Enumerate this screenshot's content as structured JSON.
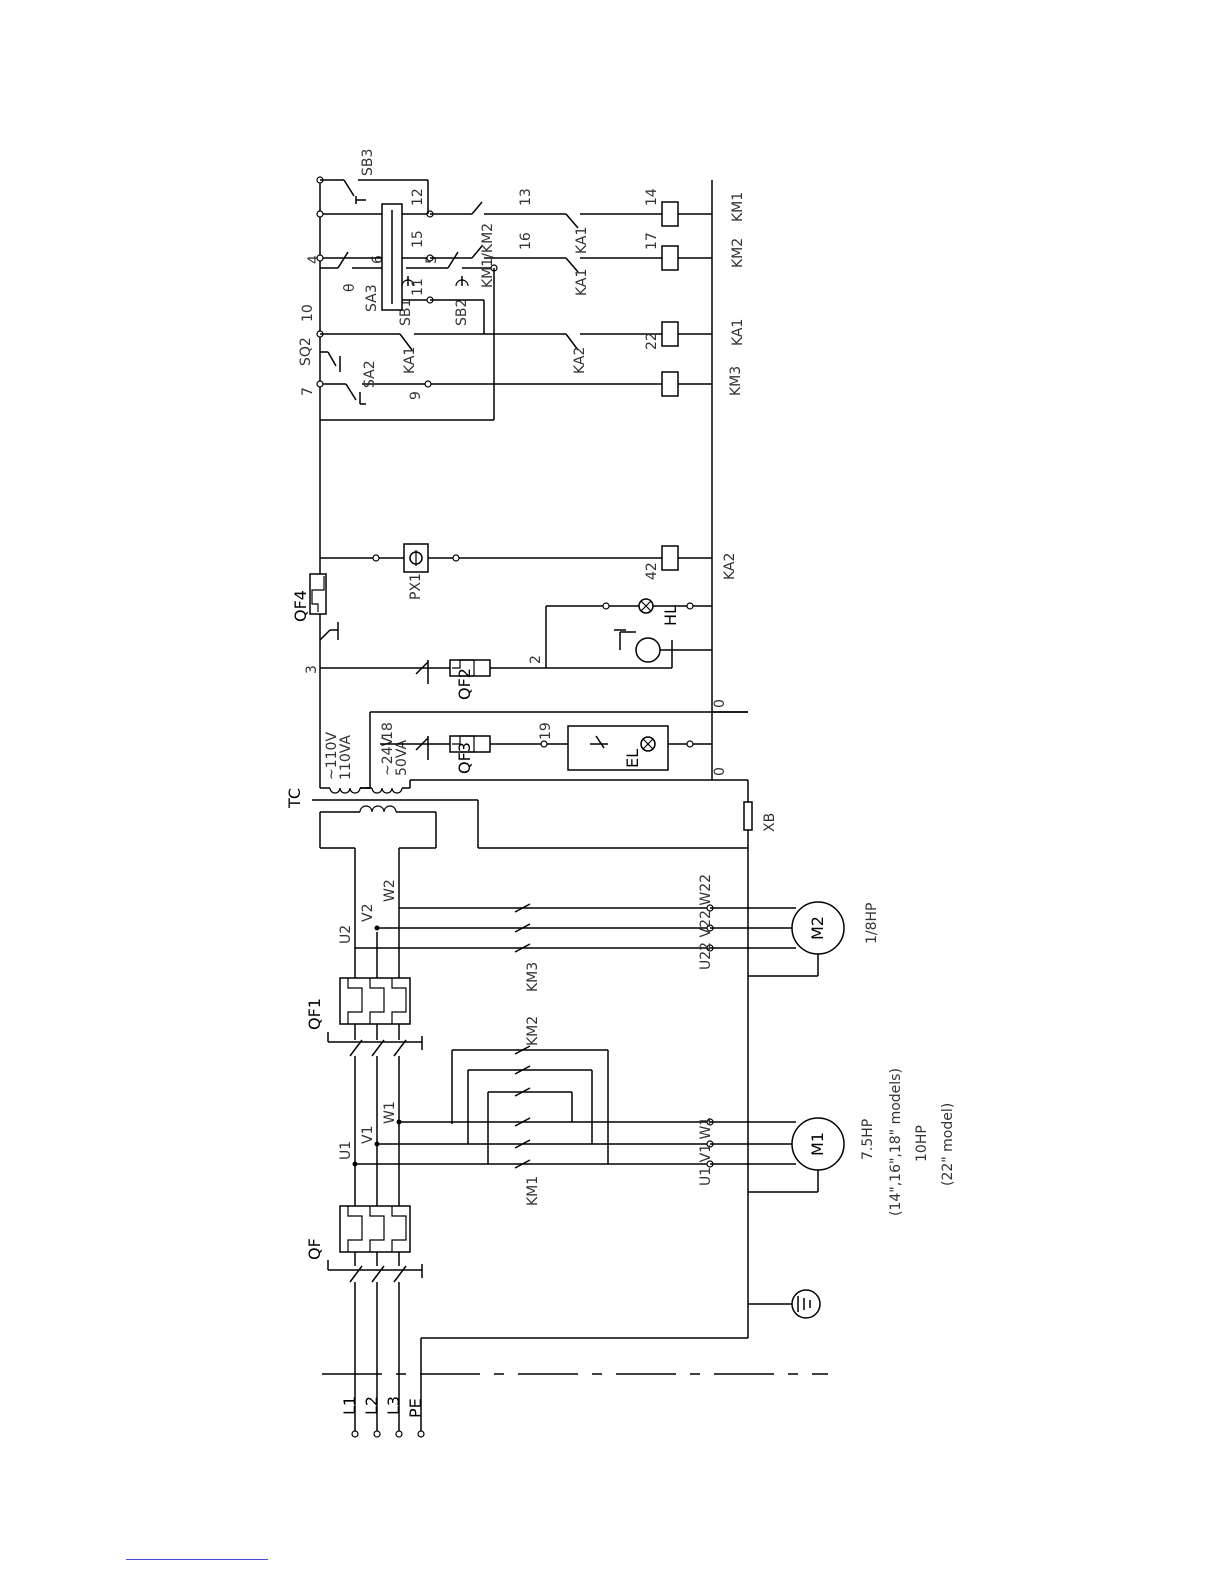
{
  "labels": {
    "l1": "L1",
    "l2": "L2",
    "l3": "L3",
    "pe": "PE",
    "qf": "QF",
    "qf1": "QF1",
    "qf2": "QF2",
    "qf3": "QF3",
    "qf4": "QF4",
    "u1": "U1",
    "v1": "V1",
    "w1": "W1",
    "u2": "U2",
    "v2": "V2",
    "w2": "W2",
    "km1": "KM1",
    "km2": "KM2",
    "km3": "KM3",
    "m1_terminals": "U1 V1 W1",
    "m2_terminals": "U22 V22 W22",
    "m1": "M1",
    "m2": "M2",
    "m1_rating_1": "7.5HP",
    "m1_rating_2": "(14\",16\",18\" models)",
    "m1_rating_3": "10HP",
    "m1_rating_4": "(22\" model)",
    "m2_rating": "1/8HP",
    "tc": "TC",
    "xb": "XB",
    "n3": "3",
    "n2": "2",
    "n0a": "0",
    "n0b": "0",
    "n18": "18",
    "n19": "19",
    "v110": "~110V",
    "va110": "110VA",
    "v24": "~24V",
    "va50": "50VA",
    "el": "EL",
    "hl": "HL",
    "px1": "PX1",
    "n42": "42",
    "ka2_coil": "KA2",
    "n4": "4",
    "n6": "6",
    "n5": "5",
    "theta": "θ",
    "sb1": "SB1",
    "sb2": "SB2",
    "n7": "7",
    "sq2": "SQ2",
    "n10": "10",
    "sa2": "SA2",
    "n9": "9",
    "km3_coil": "KM3",
    "ka1_contact": "KA1",
    "ka2_contact": "KA2",
    "n22": "22",
    "ka1_coil": "KA1",
    "sa3": "SA3",
    "n11": "11",
    "n15": "15",
    "n12": "12",
    "sb3": "SB3",
    "km1_km2": "KM1/KM2",
    "n13": "13",
    "n16": "16",
    "ka1_a": "KA1",
    "ka1_b": "KA1",
    "n17": "17",
    "n14": "14",
    "km2_coil": "KM2",
    "km1_coil": "KM1"
  }
}
